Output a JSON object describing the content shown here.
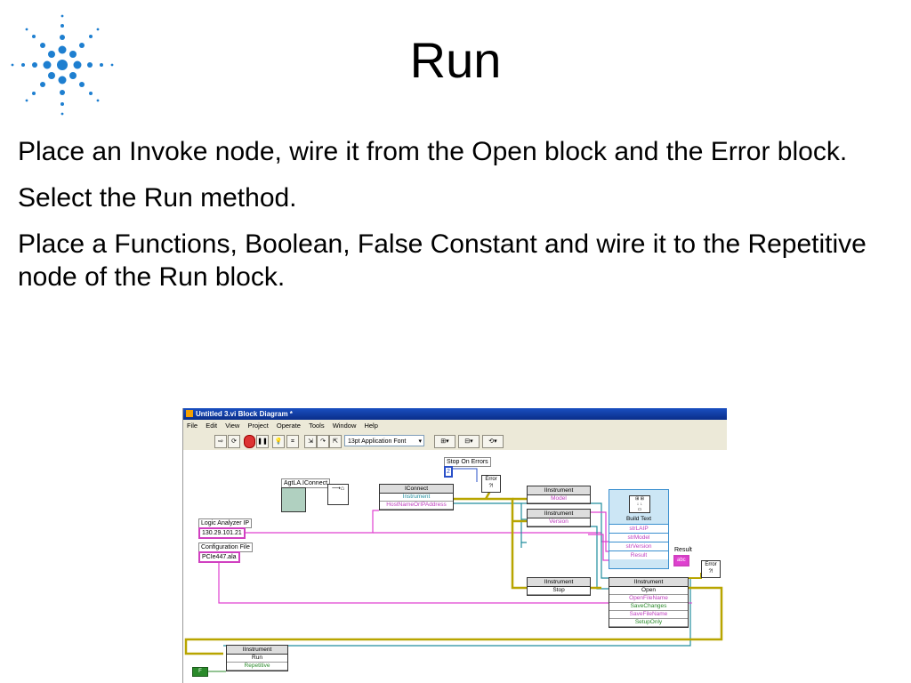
{
  "slide": {
    "title": "Run",
    "paragraphs": [
      "Place an Invoke node, wire it from the Open block and the Error block.",
      "Select the Run method.",
      "Place a Functions, Boolean, False Constant and wire it to the Repetitive node of the Run block."
    ],
    "logo": "agilent-spark-logo",
    "brand_color": "#1e7fd0"
  },
  "window": {
    "title": "Untitled 3.vi Block Diagram *",
    "menu": [
      "File",
      "Edit",
      "View",
      "Project",
      "Operate",
      "Tools",
      "Window",
      "Help"
    ],
    "font_selector": "13pt Application Font"
  },
  "diagram": {
    "stop_on_errors": {
      "label": "Stop On Errors",
      "value": "2"
    },
    "agtla_iconnect": "AgtLA.IConnect",
    "logic_analyzer_ip": {
      "label": "Logic Analyzer IP",
      "value": "130.29.101.21"
    },
    "config_file": {
      "label": "Configuration File",
      "value": "PCIe447.ala"
    },
    "iconnect_node": {
      "class": "IConnect",
      "rows": [
        "Instrument",
        "HostNameOrIPAddress"
      ]
    },
    "iinstrument_model": {
      "class": "IInstrument",
      "row": "Model"
    },
    "iinstrument_version": {
      "class": "IInstrument",
      "row": "Version"
    },
    "build_text": {
      "title": "Build Text",
      "rows": [
        "strLAIP",
        "strModel",
        "strVersion",
        "Result"
      ]
    },
    "result_label": "Result",
    "result_value": "abc",
    "iinstrument_stop": {
      "class": "IInstrument",
      "row": "Stop"
    },
    "iinstrument_open": {
      "class": "IInstrument",
      "method": "Open",
      "rows": [
        "OpenFileName",
        "SaveChanges",
        "SaveFileName",
        "SetupOnly"
      ]
    },
    "iinstrument_run": {
      "class": "IInstrument",
      "method": "Run",
      "row": "Repetitive"
    },
    "false_constant": "F",
    "error_label": "Error"
  }
}
